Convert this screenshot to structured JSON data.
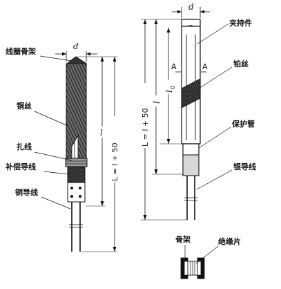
{
  "labels": {
    "coil_frame": "线圈骨架",
    "copper_wire": "铜丝",
    "tie_wire": "扎线",
    "compensating_lead": "补偿导线",
    "copper_lead": "铜导线",
    "clamp": "夹持件",
    "platinum_wire": "铂丝",
    "protective_tube": "保护管",
    "silver_lead": "银导线",
    "frame": "骨架",
    "insulating_sheet": "绝缘片"
  },
  "dims": {
    "d_left": "d",
    "d_right": "d",
    "l_left": "l",
    "L_left": "L = l + 50",
    "L_right": "L = l + 50",
    "l_right": "l",
    "l0_right": "l",
    "l0_sub": "0",
    "section_A_left": "A",
    "section_A_right": "A"
  }
}
